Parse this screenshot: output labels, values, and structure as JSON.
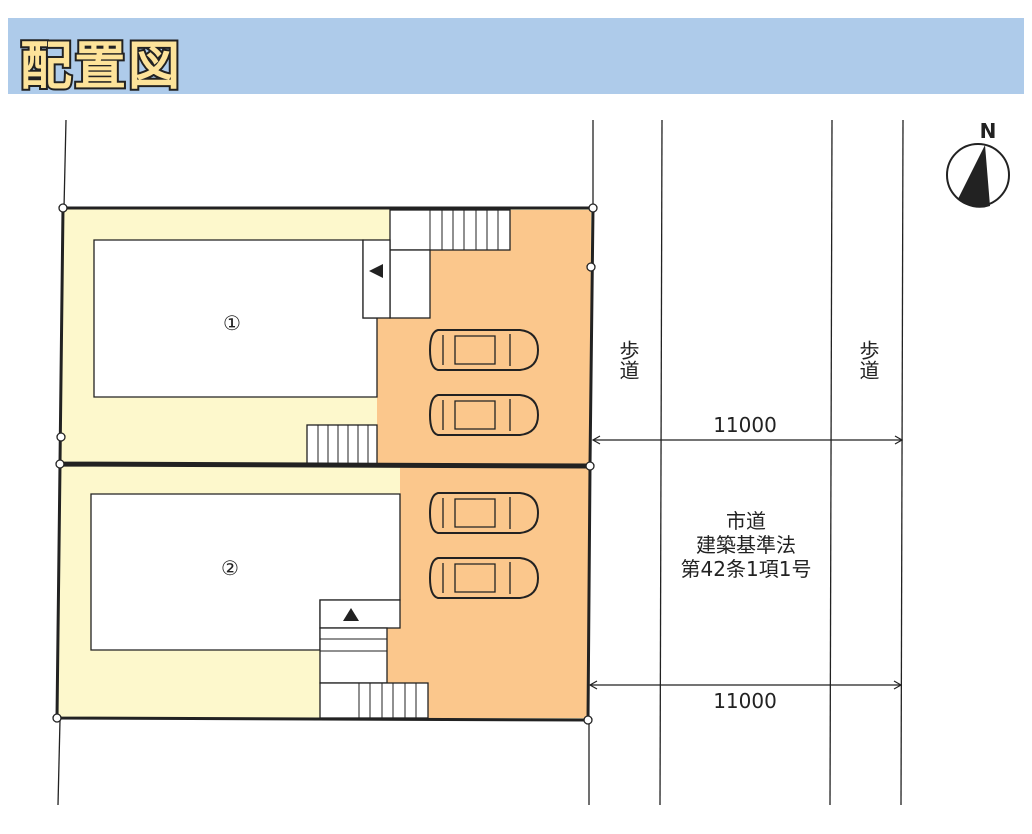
{
  "header": {
    "title": "配置図"
  },
  "compass": {
    "label": "N"
  },
  "lots": [
    {
      "label": "①"
    },
    {
      "label": "②"
    }
  ],
  "sidewalk_left": "歩道",
  "sidewalk_right": "歩道",
  "road": {
    "line1": "市道",
    "line2": "建築基準法",
    "line3": "第42条1項1号"
  },
  "dimensions": [
    "11000",
    "11000"
  ],
  "colors": {
    "yard": "#fdf8cc",
    "parking": "#fbc78c",
    "header": "#aecbea"
  }
}
